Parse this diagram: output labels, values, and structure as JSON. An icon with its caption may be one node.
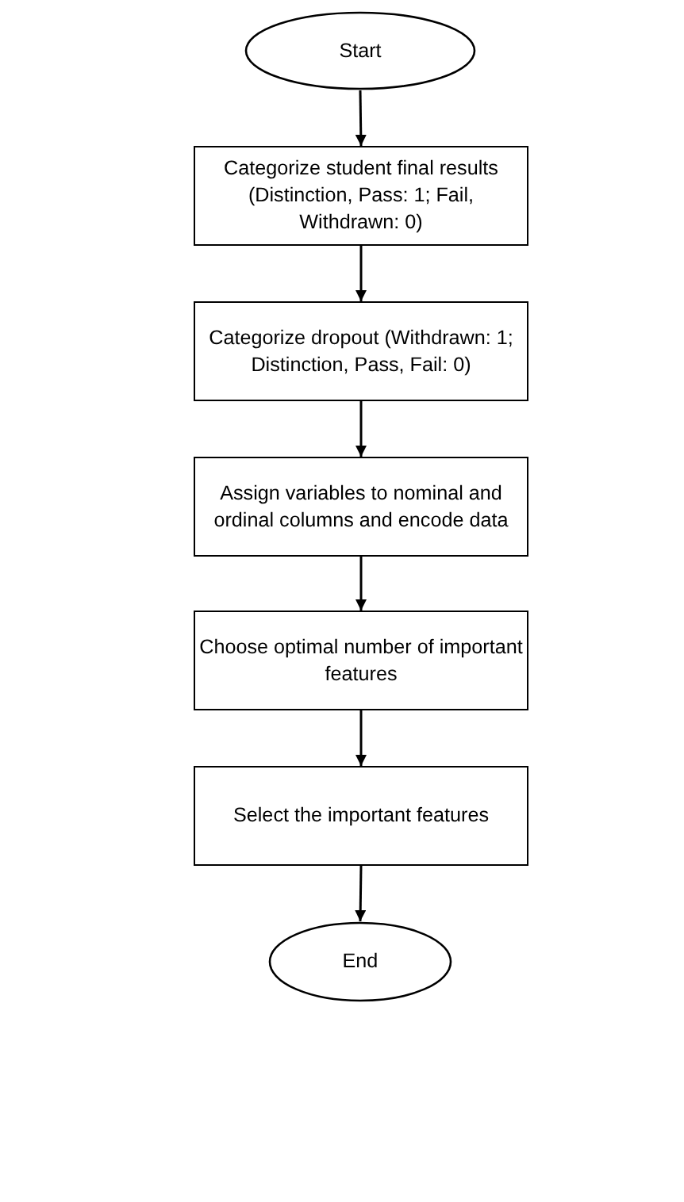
{
  "diagram": {
    "nodes": [
      {
        "text": [
          "Start"
        ]
      },
      {
        "text": [
          "Categorize student final results (Distinction, Pass: 1; Fail, Withdrawn: 0)"
        ]
      },
      {
        "text": [
          "Categorize dropout (Withdrawn: 1; Distinction, Pass, Fail: 0)"
        ]
      },
      {
        "text": [
          "Assign variables to nominal and ordinal columns and encode data"
        ]
      },
      {
        "text": [
          "Choose optimal number of important features"
        ]
      },
      {
        "text": [
          "Select the important features"
        ]
      },
      {
        "text": [
          "End"
        ]
      }
    ],
    "edges": [
      {
        "from": 0,
        "to": 1,
        "arrow": "to"
      },
      {
        "from": 1,
        "to": 2,
        "arrow": "to"
      },
      {
        "from": 2,
        "to": 3,
        "arrow": "to"
      },
      {
        "from": 3,
        "to": 4,
        "arrow": "to"
      },
      {
        "from": 4,
        "to": 5,
        "arrow": "to"
      },
      {
        "from": 5,
        "to": 6,
        "arrow": "to"
      }
    ]
  }
}
